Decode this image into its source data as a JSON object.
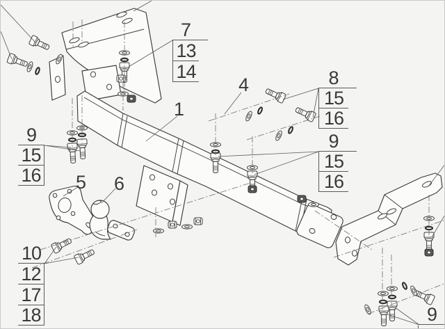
{
  "diagram": {
    "kind": "exploded assembly technical drawing (towbar hitch)",
    "colors": {
      "background": "#f4f4f2",
      "line": "#3c3c3b",
      "label_text": "#3a3a3a"
    },
    "callouts": {
      "top_stack": {
        "rows": [
          "7",
          "13",
          "14"
        ]
      },
      "part_1": {
        "label": "1"
      },
      "part_4": {
        "label": "4"
      },
      "part_5": {
        "label": "5"
      },
      "part_6": {
        "label": "6"
      },
      "right_stack_a": {
        "rows": [
          "8",
          "15",
          "16"
        ]
      },
      "right_stack_b": {
        "rows": [
          "9",
          "15",
          "16"
        ]
      },
      "left_stack": {
        "rows": [
          "9",
          "15",
          "16"
        ]
      },
      "bottom_left_stack": {
        "rows": [
          "10",
          "12",
          "17",
          "18"
        ]
      },
      "bottom_right": {
        "label": "9"
      }
    }
  }
}
